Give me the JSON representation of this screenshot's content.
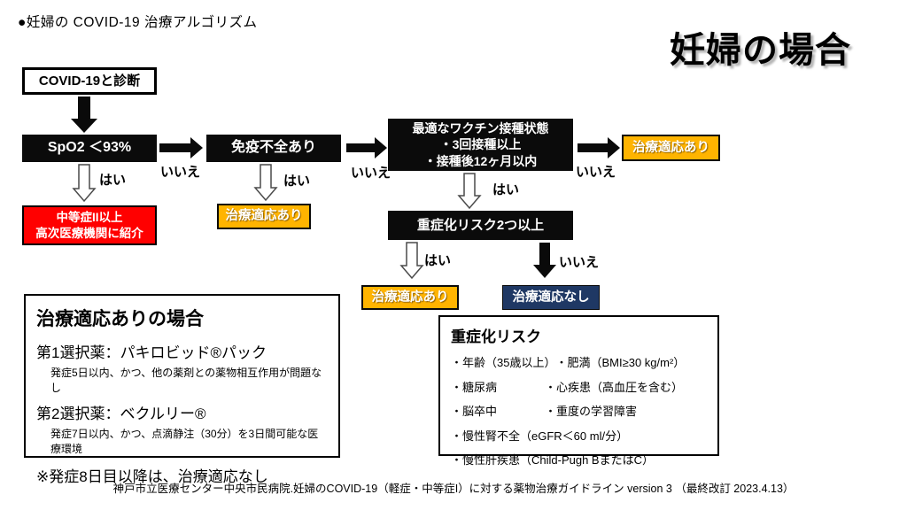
{
  "page": {
    "title": "●妊婦の COVID-19 治療アルゴリズム",
    "heading": "妊婦の場合",
    "footer": "神戸市立医療センター中央市民病院.妊婦のCOVID-19（軽症・中等症I）に対する薬物治療ガイドライン version 3 （最終改訂 2023.4.13）"
  },
  "labels": {
    "yes": "はい",
    "no": "いいえ"
  },
  "flow": {
    "diagnosis": "COVID-19と診断",
    "spo2": "SpO2 ＜93%",
    "severe_line1": "中等症II以上",
    "severe_line2": "高次医療機関に紹介",
    "immunodeficiency": "免疫不全あり",
    "treatment_yes": "治療適応あり",
    "vaccine_line1": "最適なワクチン接種状態",
    "vaccine_line2": "・3回接種以上",
    "vaccine_line3": "・接種後12ヶ月以内",
    "risk2": "重症化リスク2つ以上",
    "treatment_no": "治療適応なし"
  },
  "treatment": {
    "title": "治療適応ありの場合",
    "first_choice": "第1選択薬：パキロビッド®パック",
    "first_note": "発症5日以内、かつ、他の薬剤との薬物相互作用が問題なし",
    "second_choice": "第2選択薬：ベクルリー®",
    "second_note": "発症7日以内、かつ、点滴静注（30分）を3日間可能な医療環境",
    "footnote": "※発症8日目以降は、治療適応なし"
  },
  "risk": {
    "title": "重症化リスク",
    "rows": [
      {
        "left": "・年齢（35歳以上）",
        "right": "・肥満（BMI≥30 kg/m²）"
      },
      {
        "left": "・糖尿病",
        "right": "・心疾患（高血圧を含む）"
      },
      {
        "left": "・脳卒中",
        "right": "・重度の学習障害"
      },
      {
        "left": "・慢性腎不全（eGFR＜60 ml/分）",
        "right": ""
      },
      {
        "left": "・慢性肝疾患（Child-Pugh BまたはC）",
        "right": ""
      }
    ]
  },
  "colors": {
    "yellow": "#FFB400",
    "red": "#FF0000",
    "navy": "#1F3864",
    "black": "#0B0B0B"
  }
}
